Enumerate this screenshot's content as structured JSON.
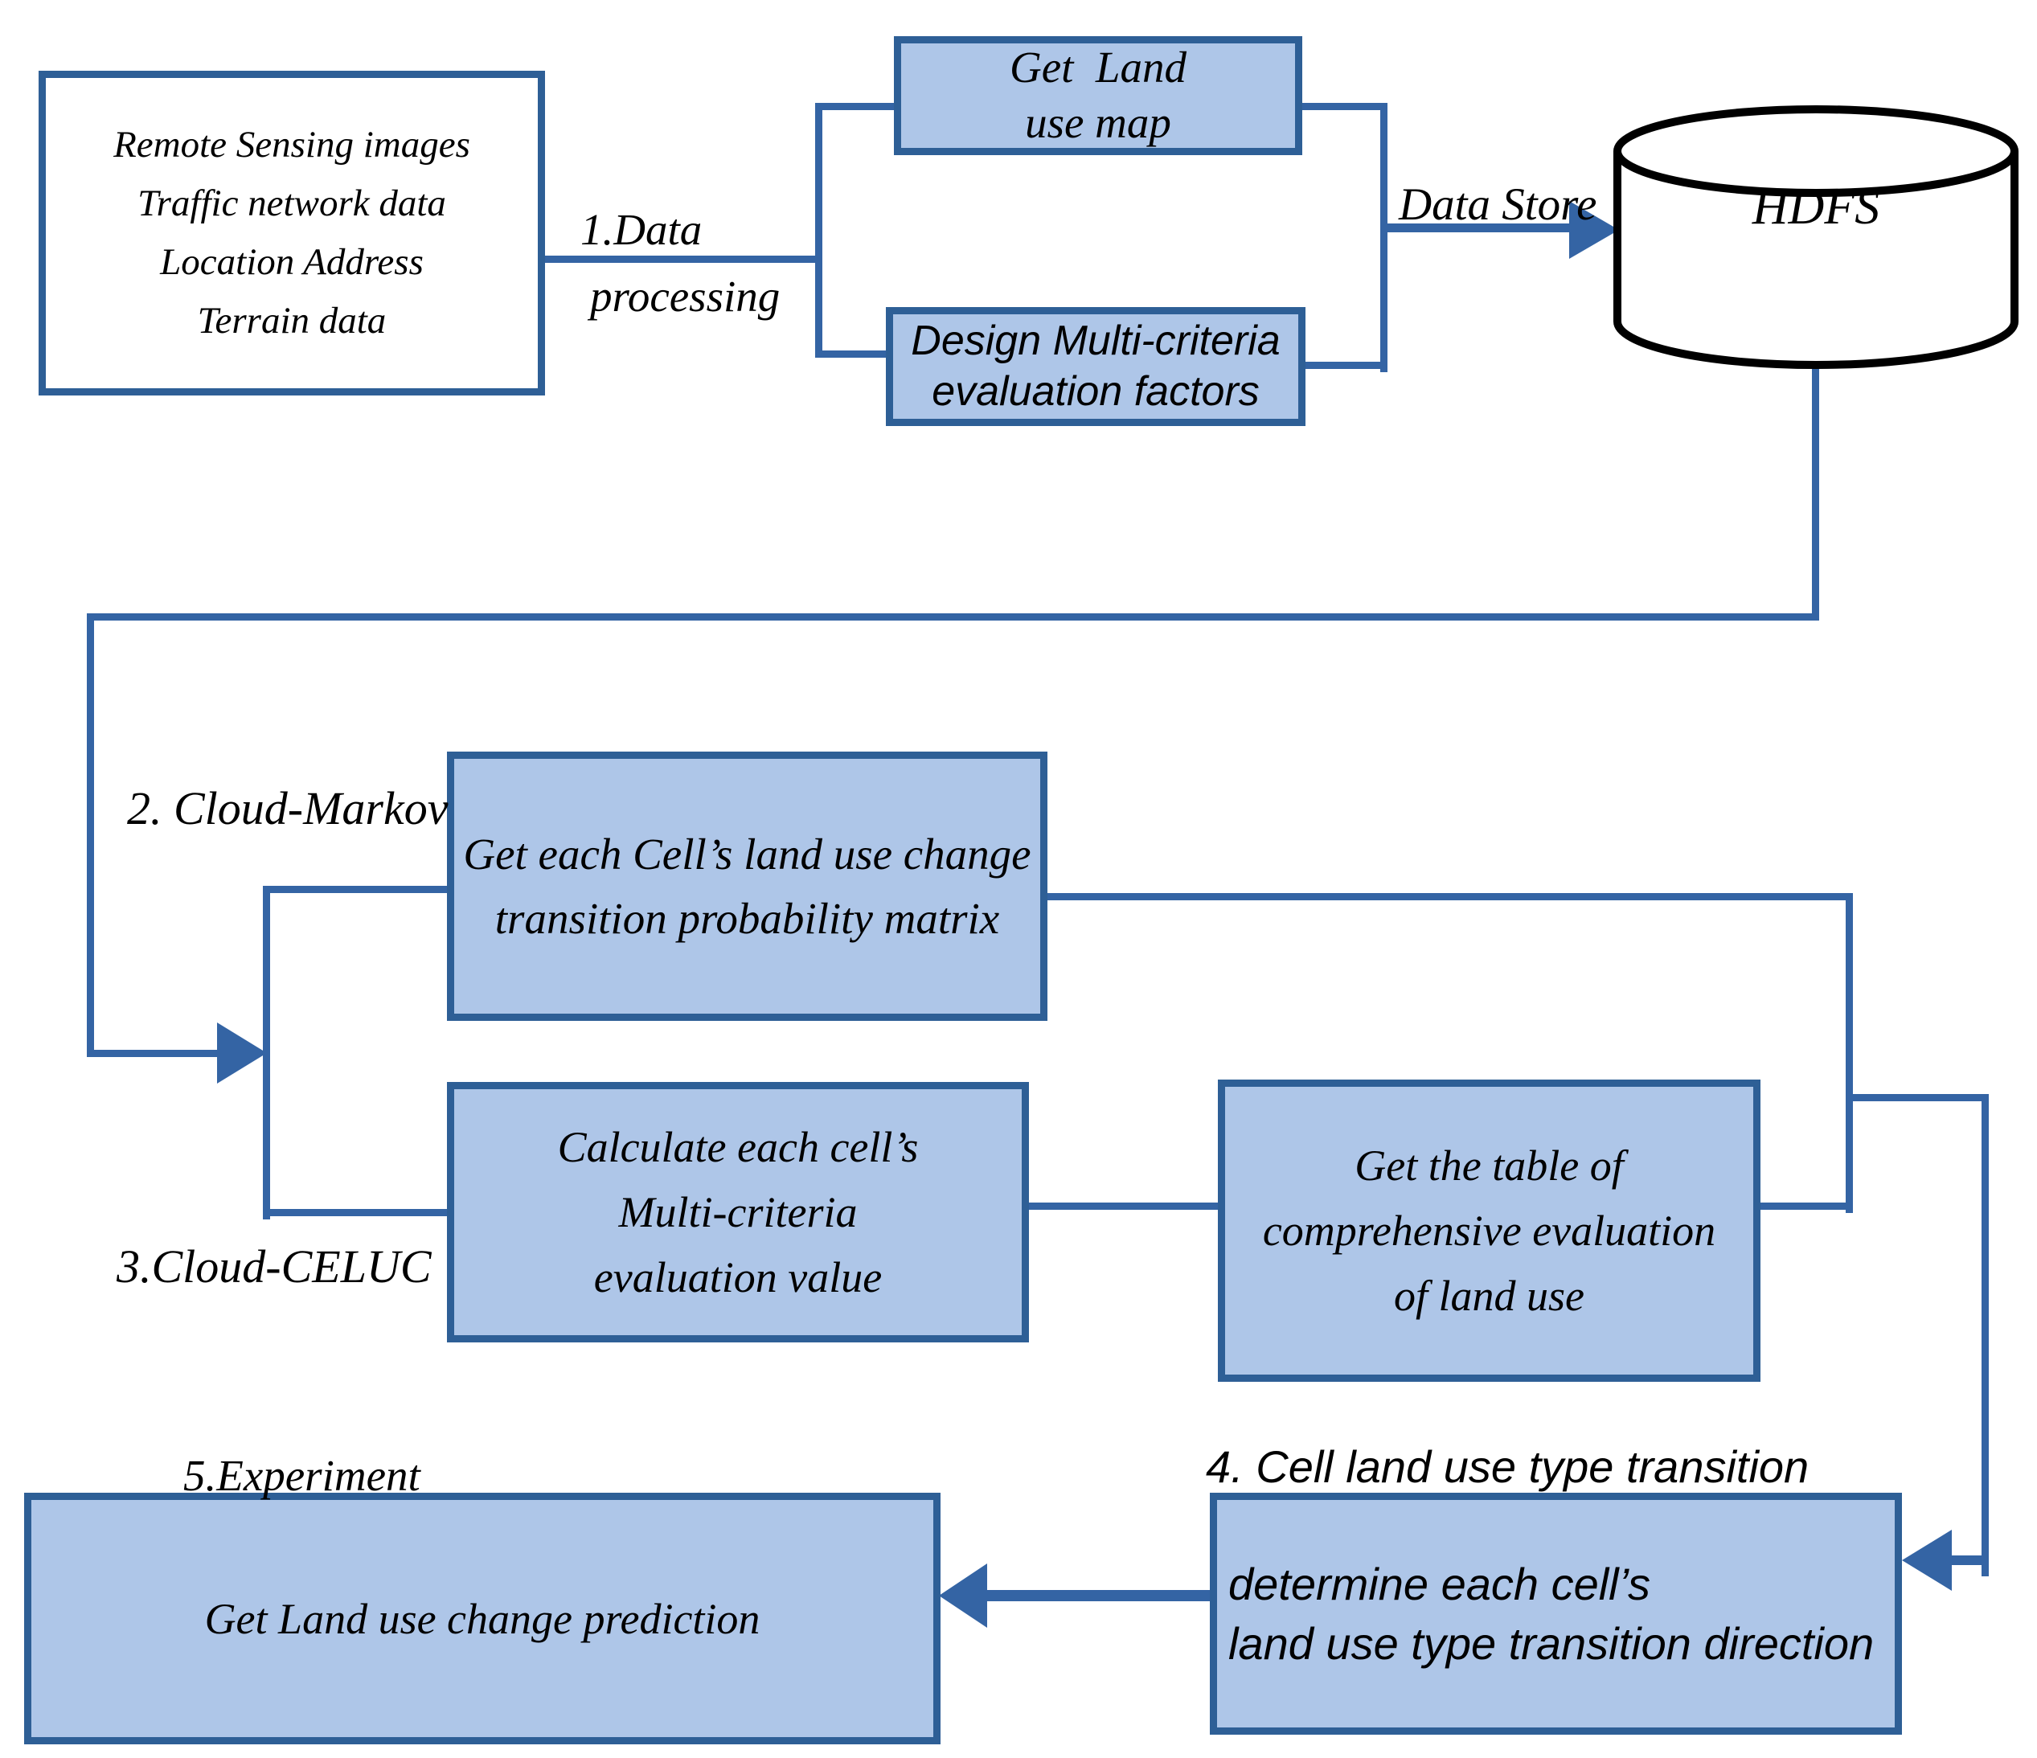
{
  "title": "Land use change prediction flow diagram",
  "colors": {
    "line_blue": "#3464a4",
    "box_border_blue": "#2e5f96",
    "box_fill_blue": "#aec6e8",
    "cylinder_stroke": "#000000",
    "text": "#000000"
  },
  "nodes": {
    "input": {
      "lines": [
        "Remote Sensing images",
        "Traffic network data",
        "Location Address",
        "Terrain data"
      ]
    },
    "land_use_map": {
      "lines": [
        "Get  Land",
        "use map"
      ]
    },
    "design_factors": {
      "lines": [
        "Design Multi-criteria",
        "evaluation factors"
      ]
    },
    "hdfs": {
      "label": "HDFS"
    },
    "markov": {
      "lines": [
        "Get each Cell’s land use change",
        "transition probability matrix"
      ]
    },
    "calculate": {
      "lines": [
        "Calculate each cell’s",
        "Multi-criteria",
        "evaluation value"
      ]
    },
    "evaluation_table": {
      "lines": [
        "Get the table of",
        "comprehensive evaluation",
        "of land use"
      ]
    },
    "determine": {
      "lines": [
        "determine each cell’s",
        "land use type transition direction"
      ]
    },
    "prediction": {
      "lines": [
        "Get Land use change prediction"
      ]
    }
  },
  "labels": {
    "step1": {
      "lines": [
        "1.Data",
        "processing"
      ]
    },
    "data_store": "Data Store",
    "step2": "2. Cloud-Markov",
    "step3": "3.Cloud-CELUC",
    "step4": "4. Cell land use type transition",
    "step5": "5.Experiment"
  }
}
